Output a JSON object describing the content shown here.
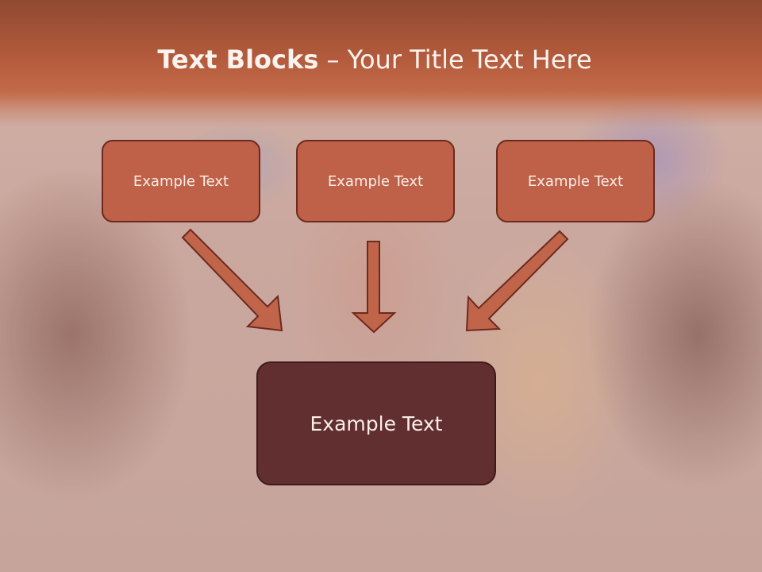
{
  "title": {
    "bold": "Text Blocks",
    "separator": " – ",
    "rest": "Your Title Text Here"
  },
  "blocks": [
    {
      "label": "Example Text"
    },
    {
      "label": "Example Text"
    },
    {
      "label": "Example Text"
    }
  ],
  "target": {
    "label": "Example Text"
  },
  "colors": {
    "title_band": "#b35a3c",
    "block_fill": "#bf6148",
    "block_border": "#6b2a1e",
    "target_fill": "#622f30",
    "arrow_fill": "#c0654a",
    "arrow_stroke": "#6b2a1e"
  }
}
